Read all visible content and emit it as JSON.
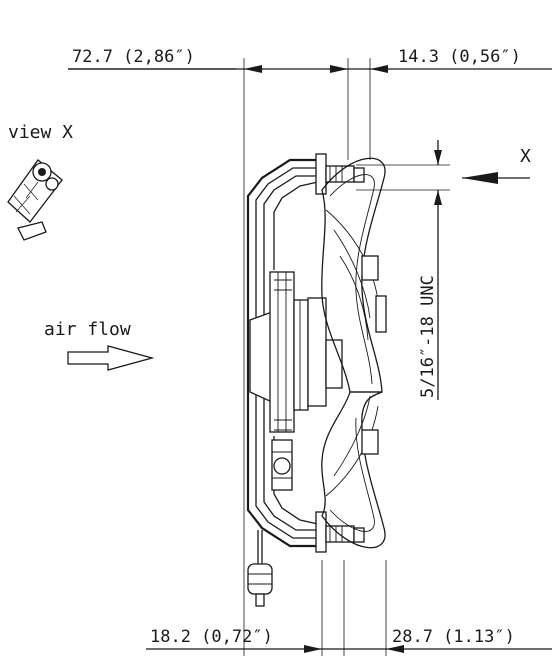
{
  "dimensions": {
    "top_left": "72.7 (2,86″)",
    "top_right": "14.3 (0,56″)",
    "bottom_left": "18.2 (0,72″)",
    "bottom_right": "28.7 (1.13″)",
    "thread": "5/16″-18 UNC"
  },
  "labels": {
    "view": "view X",
    "view_marker": "X",
    "air_flow": "air flow"
  }
}
